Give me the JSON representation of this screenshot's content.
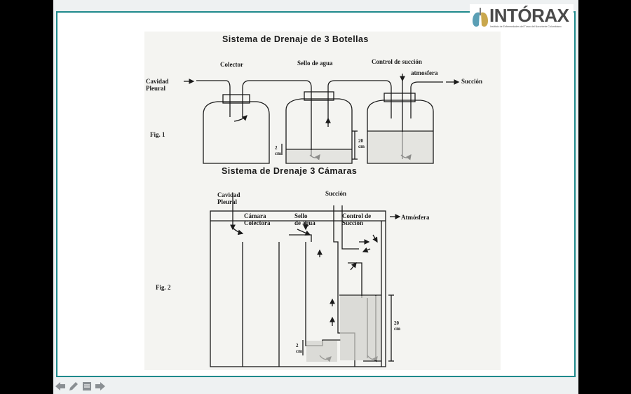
{
  "logo": {
    "name": "INTÓRAX",
    "subtitle": "Instituto de Enfermedades del Tórax del Nororiente Colombiano"
  },
  "diagram": {
    "fig1": {
      "title": "Sistema de Drenaje de 3 Botellas",
      "fig_label": "Fig. 1",
      "labels": {
        "cavidad": "Cavidad\nPleural",
        "colector": "Colector",
        "sello": "Sello de agua",
        "control": "Control de succión",
        "atmosfera": "atmosfera",
        "succion": "Succión",
        "dim_20": "20\ncm",
        "dim_2": "2\ncm"
      }
    },
    "fig2": {
      "title": "Sistema de Drenaje 3 Cámaras",
      "fig_label": "Fig. 2",
      "labels": {
        "cavidad": "Cavidad\nPleural",
        "succion": "Succión",
        "camara": "Cámara\nColectora",
        "sello": "Sello\nde agua",
        "control": "Control de\nSucción",
        "atmosfera": "Atmósfera",
        "dim_20": "20\ncm",
        "dim_2": "2\ncm"
      }
    }
  },
  "nav": {
    "buttons": [
      "back-arrow-icon",
      "pencil-icon",
      "menu-icon",
      "forward-arrow-icon"
    ],
    "color": "#8a8f93"
  },
  "colors": {
    "frame": "#1f8a8c",
    "ink": "#1a1a1a"
  }
}
